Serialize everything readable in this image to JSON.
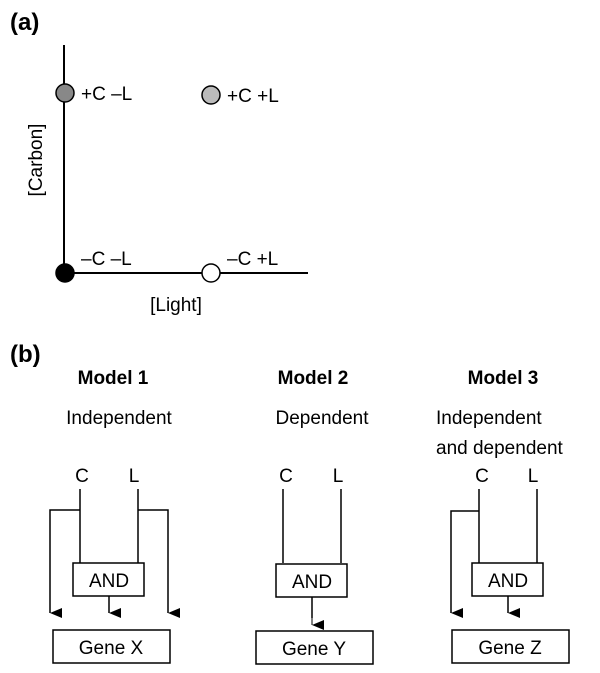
{
  "panel_a": {
    "label": "(a)",
    "y_axis_label": "[Carbon]",
    "x_axis_label": "[Light]",
    "points": [
      {
        "name": "carbon-plus-light-minus",
        "label": "+C  –L",
        "fill": "#888888"
      },
      {
        "name": "carbon-plus-light-plus",
        "label": "+C  +L",
        "fill": "#bbbbbb"
      },
      {
        "name": "carbon-minus-light-minus",
        "label": "–C  –L",
        "fill": "#000000"
      },
      {
        "name": "carbon-minus-light-plus",
        "label": "–C  +L",
        "fill": "#ffffff"
      }
    ]
  },
  "panel_b": {
    "label": "(b)",
    "models": [
      {
        "title": "Model 1",
        "desc": [
          "Independent"
        ],
        "gate": "AND",
        "inputs": [
          "C",
          "L"
        ],
        "gene": "Gene X"
      },
      {
        "title": "Model 2",
        "desc": [
          "Dependent"
        ],
        "gate": "AND",
        "inputs": [
          "C",
          "L"
        ],
        "gene": "Gene Y"
      },
      {
        "title": "Model 3",
        "desc": [
          "Independent",
          "and dependent"
        ],
        "gate": "AND",
        "inputs": [
          "C",
          "L"
        ],
        "gene": "Gene Z"
      }
    ]
  }
}
